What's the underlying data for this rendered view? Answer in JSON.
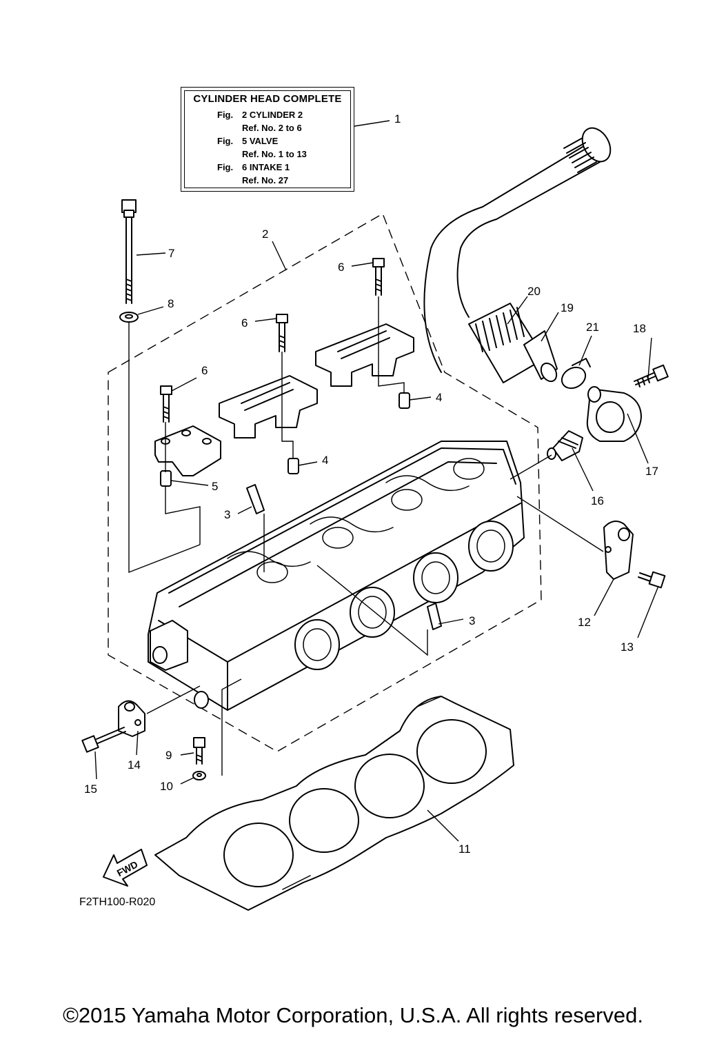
{
  "info_box": {
    "title": "CYLINDER HEAD COMPLETE",
    "lines": [
      {
        "fig": "Fig.",
        "text": "2 CYLINDER 2"
      },
      {
        "fig": "",
        "text": "Ref. No. 2 to 6"
      },
      {
        "fig": "Fig.",
        "text": "5 VALVE"
      },
      {
        "fig": "",
        "text": "Ref. No. 1 to 13"
      },
      {
        "fig": "Fig.",
        "text": "6 INTAKE 1"
      },
      {
        "fig": "",
        "text": "Ref. No. 27"
      }
    ]
  },
  "callouts": {
    "c1": "1",
    "c2": "2",
    "c3a": "3",
    "c3b": "3",
    "c4a": "4",
    "c4b": "4",
    "c5": "5",
    "c6a": "6",
    "c6b": "6",
    "c6c": "6",
    "c7": "7",
    "c8": "8",
    "c9": "9",
    "c10": "10",
    "c11": "11",
    "c12": "12",
    "c13": "13",
    "c14": "14",
    "c15": "15",
    "c16": "16",
    "c17": "17",
    "c18": "18",
    "c19": "19",
    "c20": "20",
    "c21": "21"
  },
  "fwd_label": "FWD",
  "diagram_code": "F2TH100-R020",
  "copyright": "©2015 Yamaha Motor Corporation, U.S.A. All rights reserved."
}
